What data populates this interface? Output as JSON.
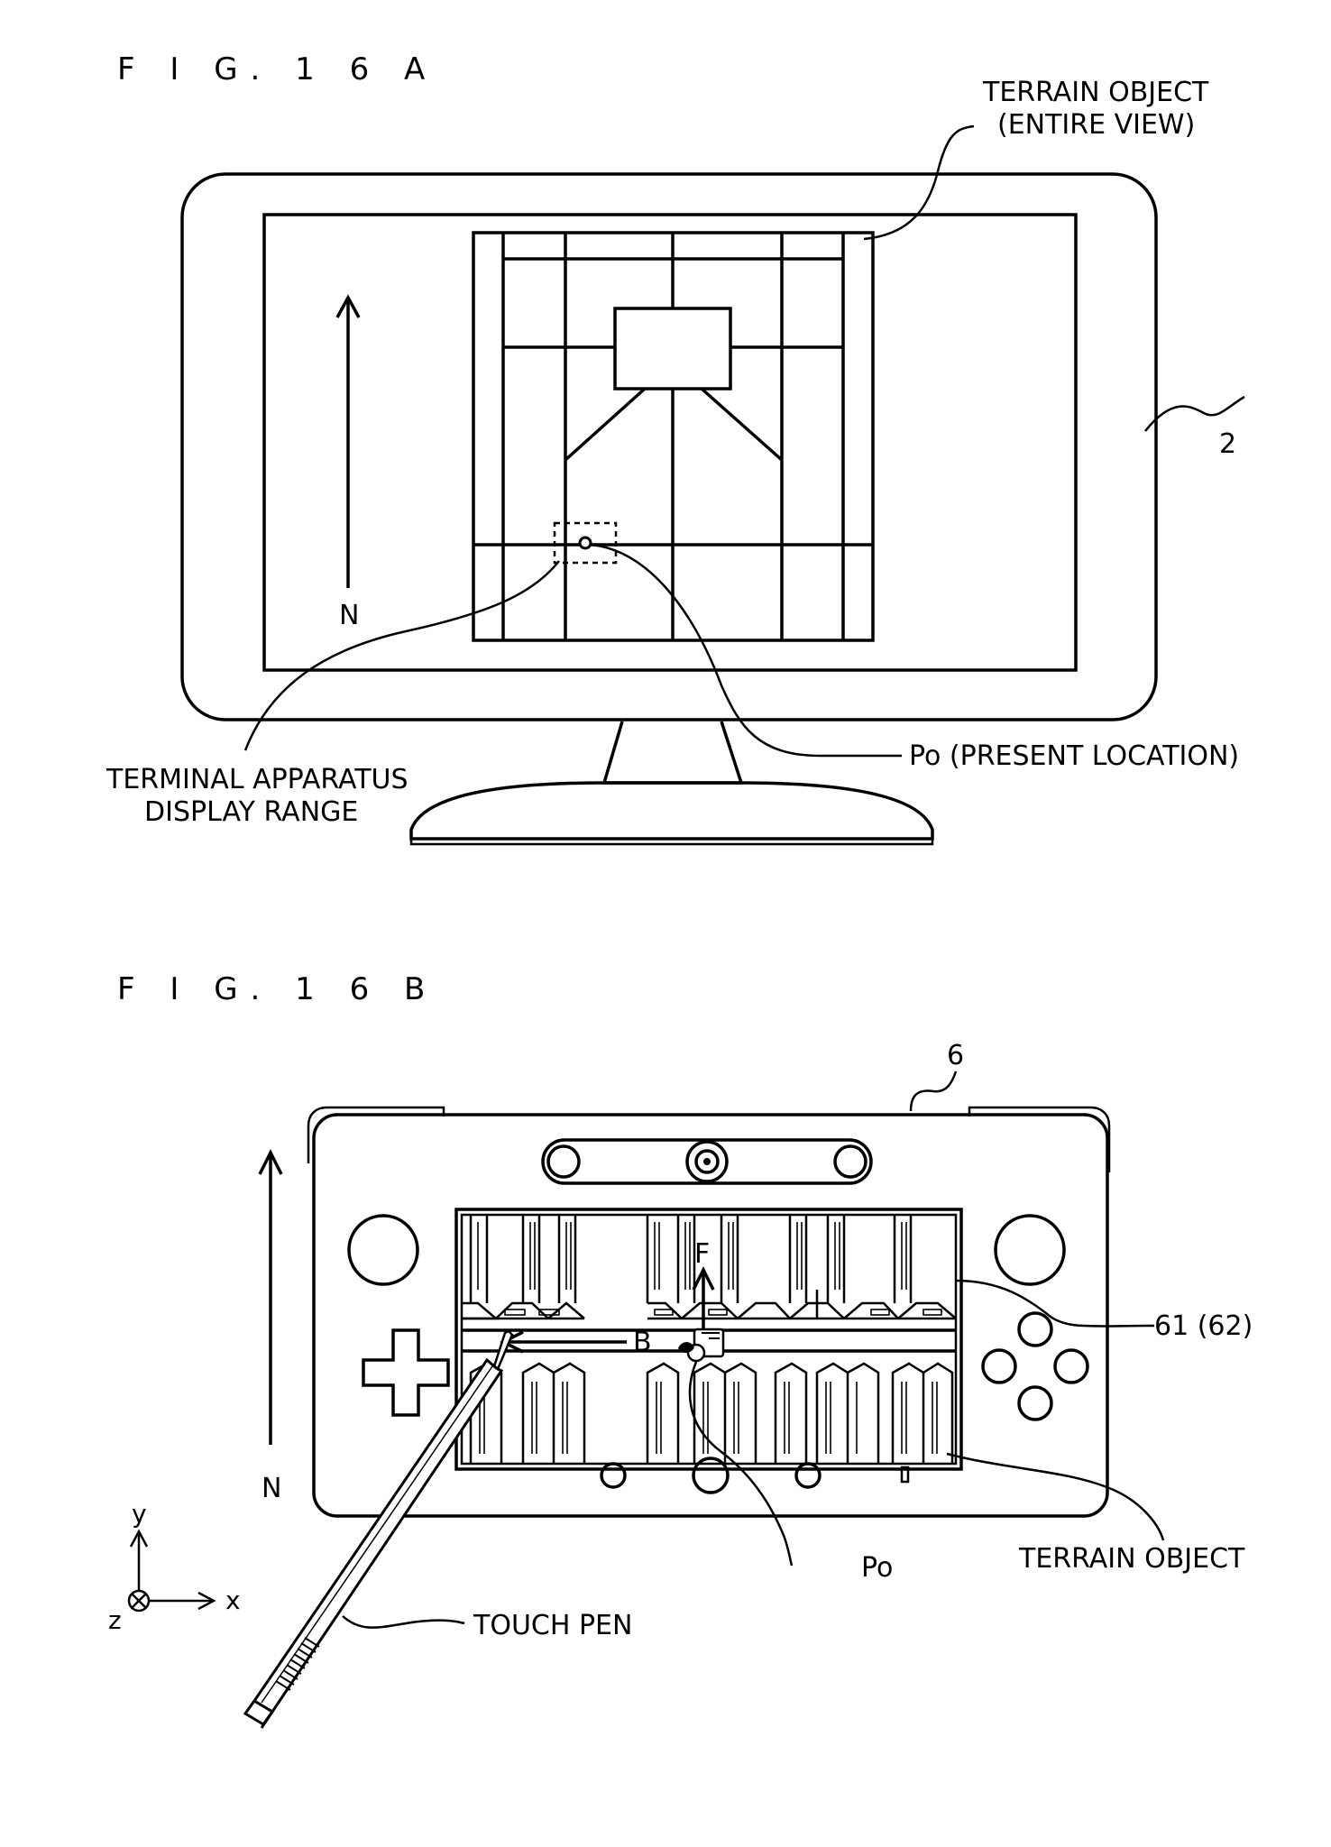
{
  "figures": [
    {
      "id": "16A",
      "title": "F I G.  1 6 A",
      "labels": {
        "terrain_line1": "TERRAIN OBJECT",
        "terrain_line2": "(ENTIRE VIEW)",
        "ref_monitor": "2",
        "north": "N",
        "present_location": "Po (PRESENT LOCATION)",
        "display_range_line1": "TERMINAL APPARATUS",
        "display_range_line2": "DISPLAY RANGE"
      }
    },
    {
      "id": "16B",
      "title": "F I G.  1 6 B",
      "labels": {
        "ref_terminal": "6",
        "ref_screen": "61 (62)",
        "forward": "F",
        "back": "B",
        "north": "N",
        "present": "Po",
        "terrain": "TERRAIN OBJECT",
        "touch_pen": "TOUCH PEN",
        "axis_y": "y",
        "axis_x": "x",
        "axis_z": "z"
      }
    }
  ]
}
